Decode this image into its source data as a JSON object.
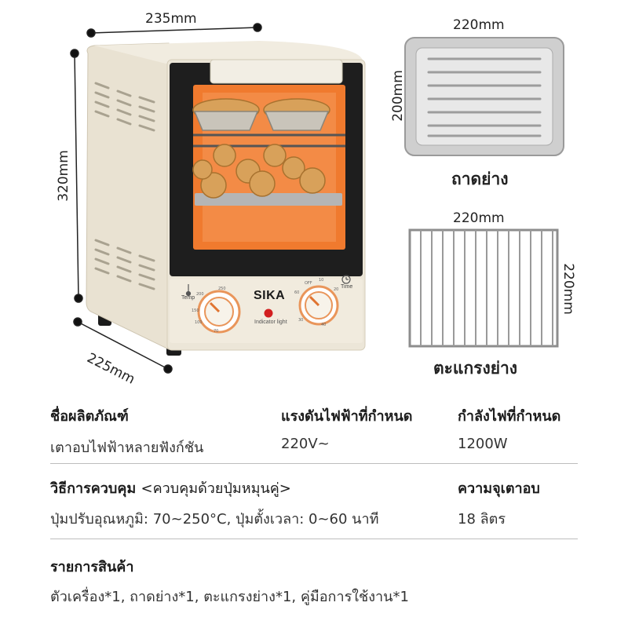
{
  "dimensions": {
    "width": "235mm",
    "height": "320mm",
    "depth": "225mm",
    "tray_width": "220mm",
    "tray_depth": "200mm",
    "rack_width": "220mm",
    "rack_depth": "220mm"
  },
  "accessories": {
    "tray_label": "ถาดย่าง",
    "rack_label": "ตะแกรงย่าง"
  },
  "oven_panel": {
    "brand": "SIKA",
    "indicator_label": "Indicator light",
    "temp_label": "Temp",
    "time_label": "Time",
    "temp_ticks": [
      "250",
      "200",
      "150",
      "100",
      "70"
    ],
    "time_ticks": [
      "OFF",
      "10",
      "20",
      "60",
      "40",
      "30"
    ]
  },
  "specs": {
    "product_name_heading": "ชื่อผลิตภัณฑ์",
    "product_name_value": "เตาอบไฟฟ้าหลายฟังก์ชัน",
    "voltage_heading": "แรงดันไฟฟ้าที่กำหนด",
    "voltage_value": "220V~",
    "power_heading": "กำลังไฟที่กำหนด",
    "power_value": "1200W",
    "control_heading": "วิธีการควบคุม",
    "control_note": "<ควบคุมด้วยปุ่มหมุนคู่>",
    "control_value": "ปุ่มปรับอุณหภูมิ: 70~250°C, ปุ่มตั้งเวลา: 0~60 นาที",
    "capacity_heading": "ความจุเตาอบ",
    "capacity_value": "18 ลิตร",
    "contents_heading": "รายการสินค้า",
    "contents_value": "ตัวเครื่อง*1, ถาดย่าง*1, ตะแกรงย่าง*1, คู่มือการใช้งาน*1"
  },
  "colors": {
    "oven_body": "#ece6d8",
    "window_frame": "#1e1e1e",
    "oven_interior": "#f07a2e",
    "knob_ring": "#e9955a",
    "tray": "#c9c9c9",
    "indicator": "#d21f1f"
  }
}
